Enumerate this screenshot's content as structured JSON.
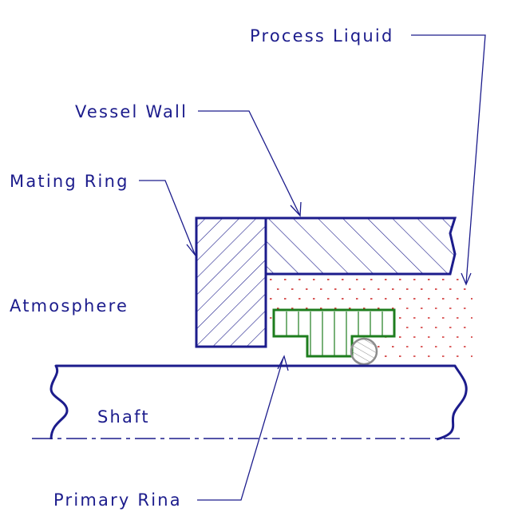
{
  "labels": {
    "process_liquid": "Process Liquid",
    "vessel_wall": "Vessel Wall",
    "mating_ring": "Mating Ring",
    "atmosphere": "Atmosphere",
    "shaft": "Shaft",
    "primary_ring": "Primary Rina"
  },
  "colors": {
    "outline_blue": "#1c1c8c",
    "primary_ring_green": "#1e7d1e",
    "liquid_dot_red": "#cc1f1f",
    "o_ring_gray": "#8c8c8c",
    "background": "#ffffff"
  }
}
